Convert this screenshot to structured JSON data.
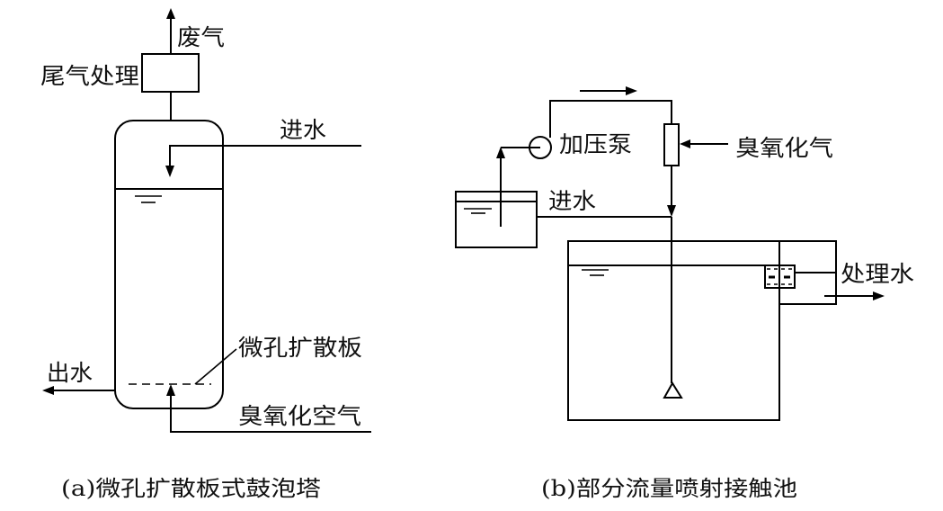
{
  "figure_a": {
    "caption": "(a)微孔扩散板式鼓泡塔",
    "labels": {
      "exhaust_gas": "废气",
      "tail_gas_treatment": "尾气处理",
      "water_inlet": "进水",
      "diffuser_plate": "微孔扩散板",
      "water_outlet": "出水",
      "ozonated_air": "臭氧化空气"
    }
  },
  "figure_b": {
    "caption": "(b)部分流量喷射接触池",
    "labels": {
      "booster_pump": "加压泵",
      "ozonated_gas": "臭氧化气",
      "water_inlet": "进水",
      "treated_water": "处理水"
    }
  }
}
